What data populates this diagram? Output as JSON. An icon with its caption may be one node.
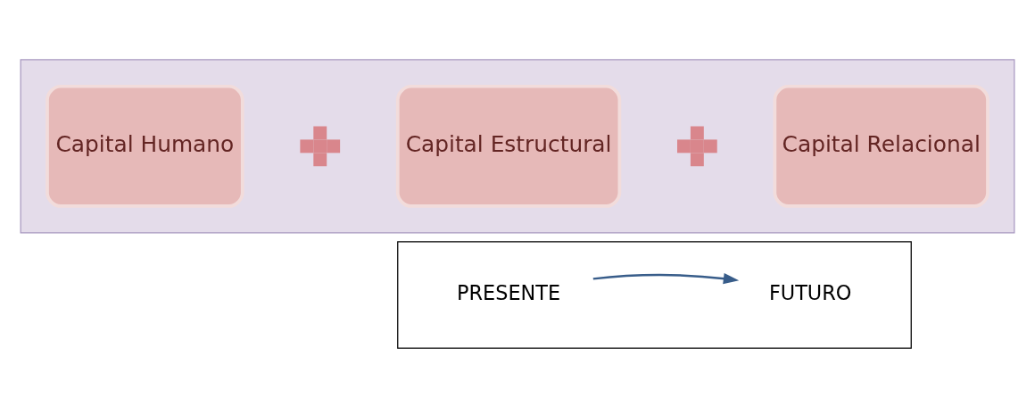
{
  "diagram": {
    "nodes": [
      {
        "text": [],
        "shape": "box"
      },
      {
        "text": [
          "Capital Humano"
        ],
        "in": 0
      },
      {
        "text": [],
        "shape": "plus",
        "in": 0
      },
      {
        "text": [
          "Capital Estructural"
        ],
        "in": 0
      },
      {
        "text": [],
        "shape": "plus",
        "in": 0
      },
      {
        "text": [
          "Capital Relacional"
        ],
        "in": 0
      },
      {
        "text": [],
        "shape": "box"
      },
      {
        "text": [
          "PRESENTE"
        ],
        "in": 6
      },
      {
        "text": [
          "FUTURO"
        ],
        "in": 6
      }
    ],
    "edges": [
      {
        "from": 7,
        "to": 8,
        "arrow": "to"
      }
    ]
  }
}
